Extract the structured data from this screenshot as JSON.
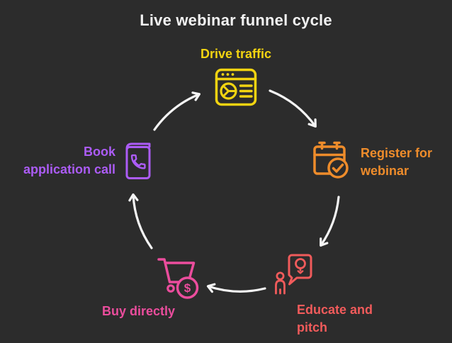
{
  "title": "Live webinar funnel cycle",
  "background_color": "#2c2c2c",
  "arrow_color": "#f5f5f5",
  "title_color": "#f2f2f2",
  "nodes": [
    {
      "id": "drive-traffic",
      "label": "Drive traffic",
      "color": "#F2D411",
      "icon": "browser-analytics-icon"
    },
    {
      "id": "register-for-webinar",
      "label": "Register for webinar",
      "color": "#EE8C2B",
      "icon": "calendar-check-icon"
    },
    {
      "id": "educate-and-pitch",
      "label": "Educate and pitch",
      "color": "#F15B5B",
      "icon": "person-idea-speech-icon"
    },
    {
      "id": "buy-directly",
      "label": "Buy directly",
      "color": "#EB4D9D",
      "icon": "cart-dollar-icon"
    },
    {
      "id": "book-application-call",
      "label": "Book application call",
      "color": "#AC5CF6",
      "icon": "phone-book-icon"
    }
  ]
}
